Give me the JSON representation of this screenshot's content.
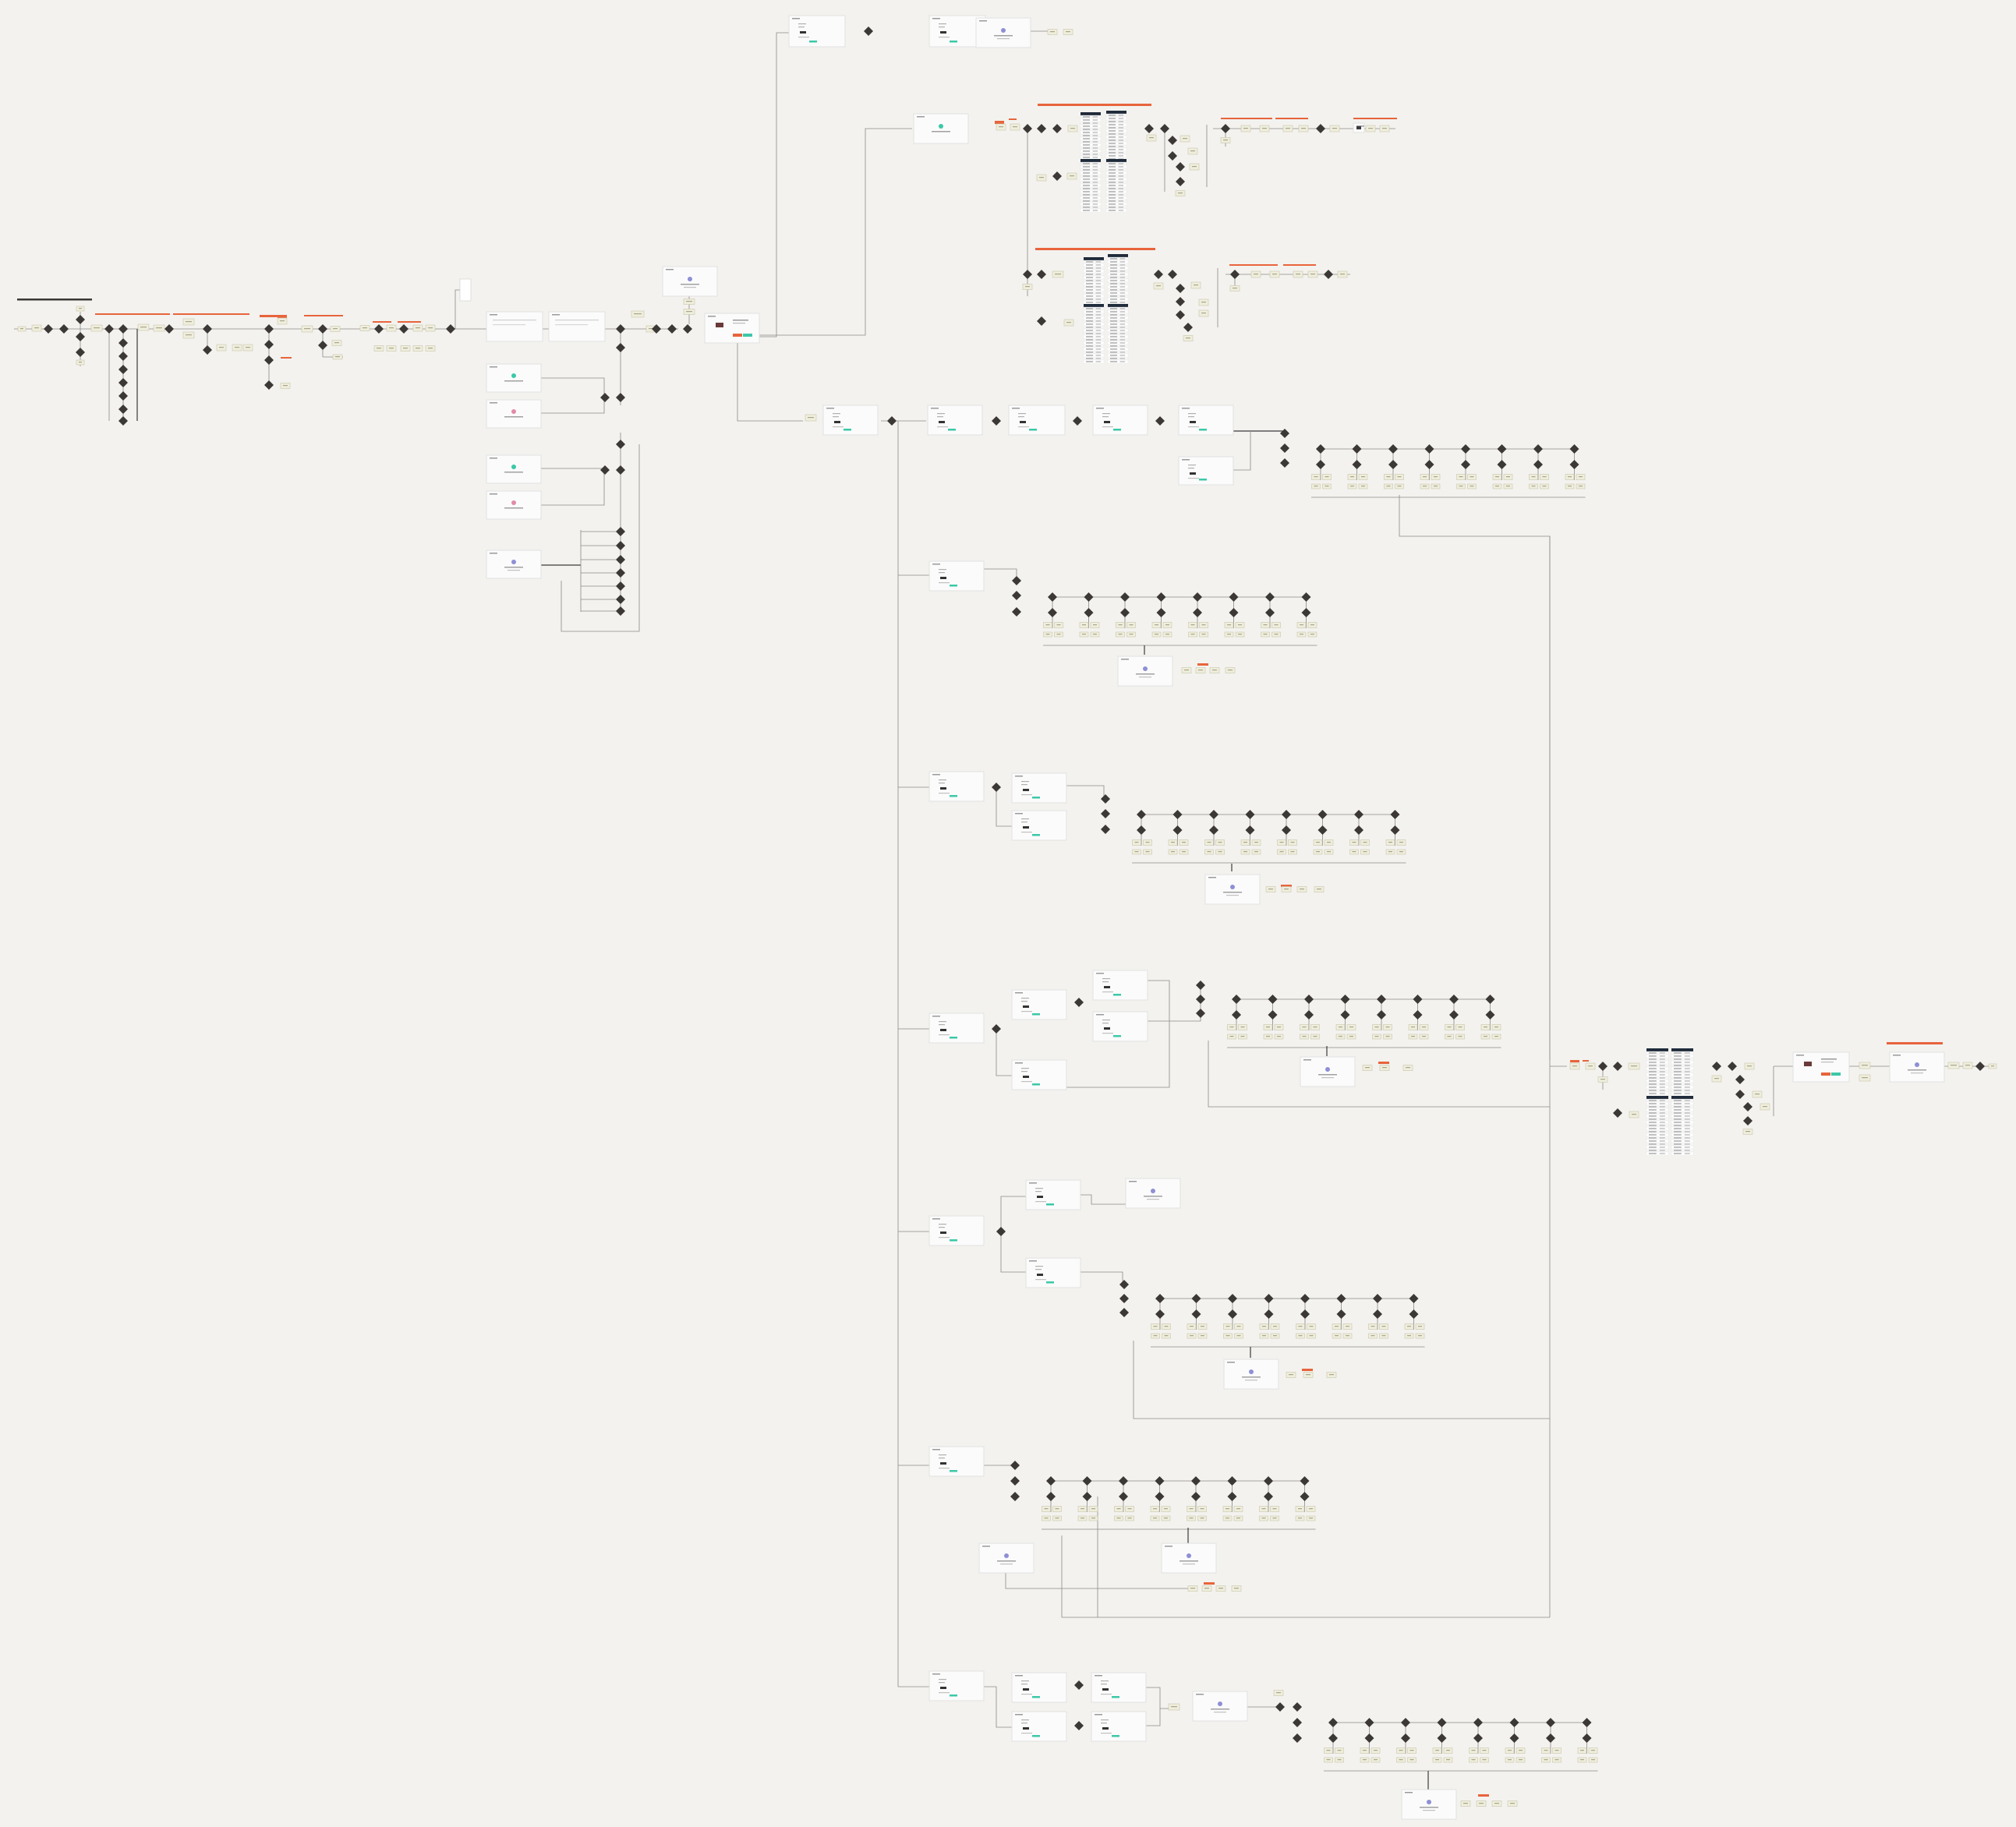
{
  "canvas": {
    "background": "#f3f2ef",
    "title": ""
  },
  "colors": {
    "connector": "#8a8a86",
    "connector_dark": "#3a3a3a",
    "decision": "#3b3836",
    "accent": "#e8643c",
    "teal": "#3cc8a8",
    "step_fill": "#efeedd",
    "step_border": "#c9c6a8",
    "screen_fill": "#fbfbfb",
    "screen_border": "#dcdcdc",
    "table_header": "#1f2b3a"
  },
  "legend": {
    "node_types": [
      "decision-diamond",
      "step-node",
      "screen-thumbnail",
      "data-table",
      "accent-bar"
    ]
  },
  "note": ""
}
